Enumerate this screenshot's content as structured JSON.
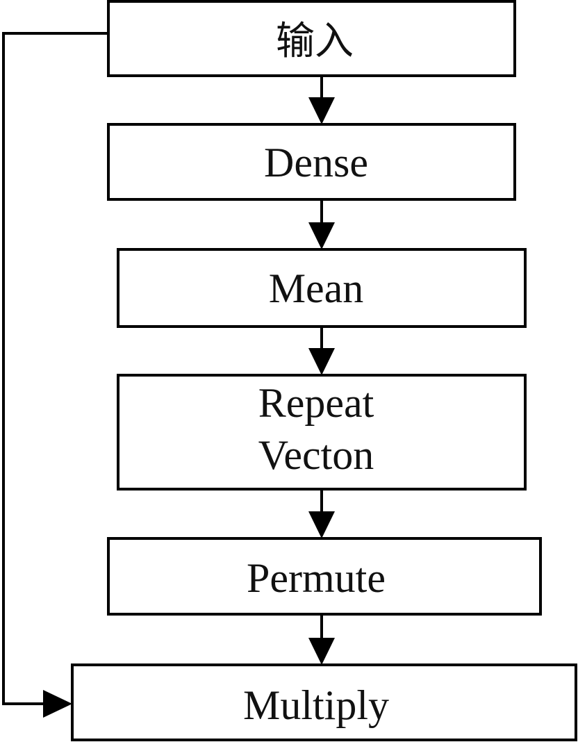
{
  "colors": {
    "line": "#000000",
    "text": "#111111",
    "box_fill": "#ffffff"
  },
  "nodes": [
    {
      "id": "input",
      "label": "输入"
    },
    {
      "id": "dense",
      "label": "Dense"
    },
    {
      "id": "mean",
      "label": "Mean"
    },
    {
      "id": "repeat",
      "lines": [
        "Repeat",
        "Vecton"
      ]
    },
    {
      "id": "permute",
      "label": "Permute"
    },
    {
      "id": "multiply",
      "label": "Multiply"
    }
  ],
  "edges": [
    {
      "from": "input",
      "to": "dense"
    },
    {
      "from": "dense",
      "to": "mean"
    },
    {
      "from": "mean",
      "to": "repeat"
    },
    {
      "from": "repeat",
      "to": "permute"
    },
    {
      "from": "permute",
      "to": "multiply"
    },
    {
      "from": "input",
      "to": "multiply",
      "route": "left-bypass"
    }
  ]
}
